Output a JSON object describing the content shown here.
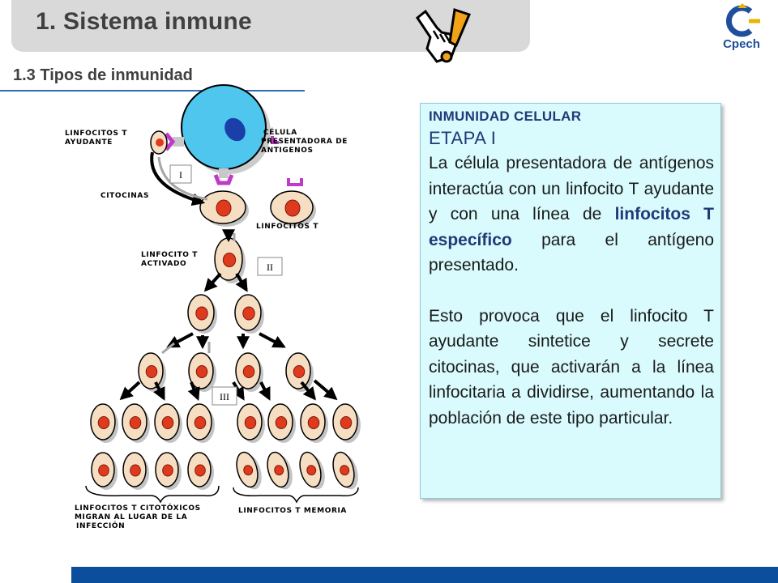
{
  "header": {
    "title": "1. Sistema inmune",
    "subtitle": "1.3 Tipos de inmunidad",
    "logo_text": "Cpech",
    "colors": {
      "title_bar": "#d9d9d9",
      "accent_blue": "#1f3a77",
      "footer": "#0b4f9c"
    }
  },
  "info_box": {
    "heading": "INMUNIDAD CELULAR",
    "stage": "ETAPA I",
    "p1_a": "La célula presentadora de antígenos interactúa con un linfocito T ayudante y con una línea de ",
    "p1_strong": "linfocitos T específico",
    "p1_b": " para el antígeno presentado.",
    "p2": "Esto provoca que el linfocito T ayudante sintetice y secrete citocinas, que activarán a la línea linfocitaria a dividirse, aumentando la población de este tipo particular."
  },
  "diagram": {
    "labels": {
      "t_helper": [
        "LINFOCITOS T",
        "AYUDANTE"
      ],
      "apc": [
        "CÉLULA",
        "PRESENTADORA DE",
        "ANTIGENOS"
      ],
      "cytokines": "CITOCINAS",
      "t_lymph": "LINFOCITOS T",
      "activated": [
        "LINFOCITO T",
        "ACTIVADO"
      ],
      "cytotoxic": [
        "LINFOCITOS T CITOTÓXICOS",
        "MIGRAN AL LUGAR DE LA",
        "INFECCIÓN"
      ],
      "memory": "LINFOCITOS T MEMORIA"
    },
    "stages": [
      "I",
      "II",
      "III"
    ]
  }
}
